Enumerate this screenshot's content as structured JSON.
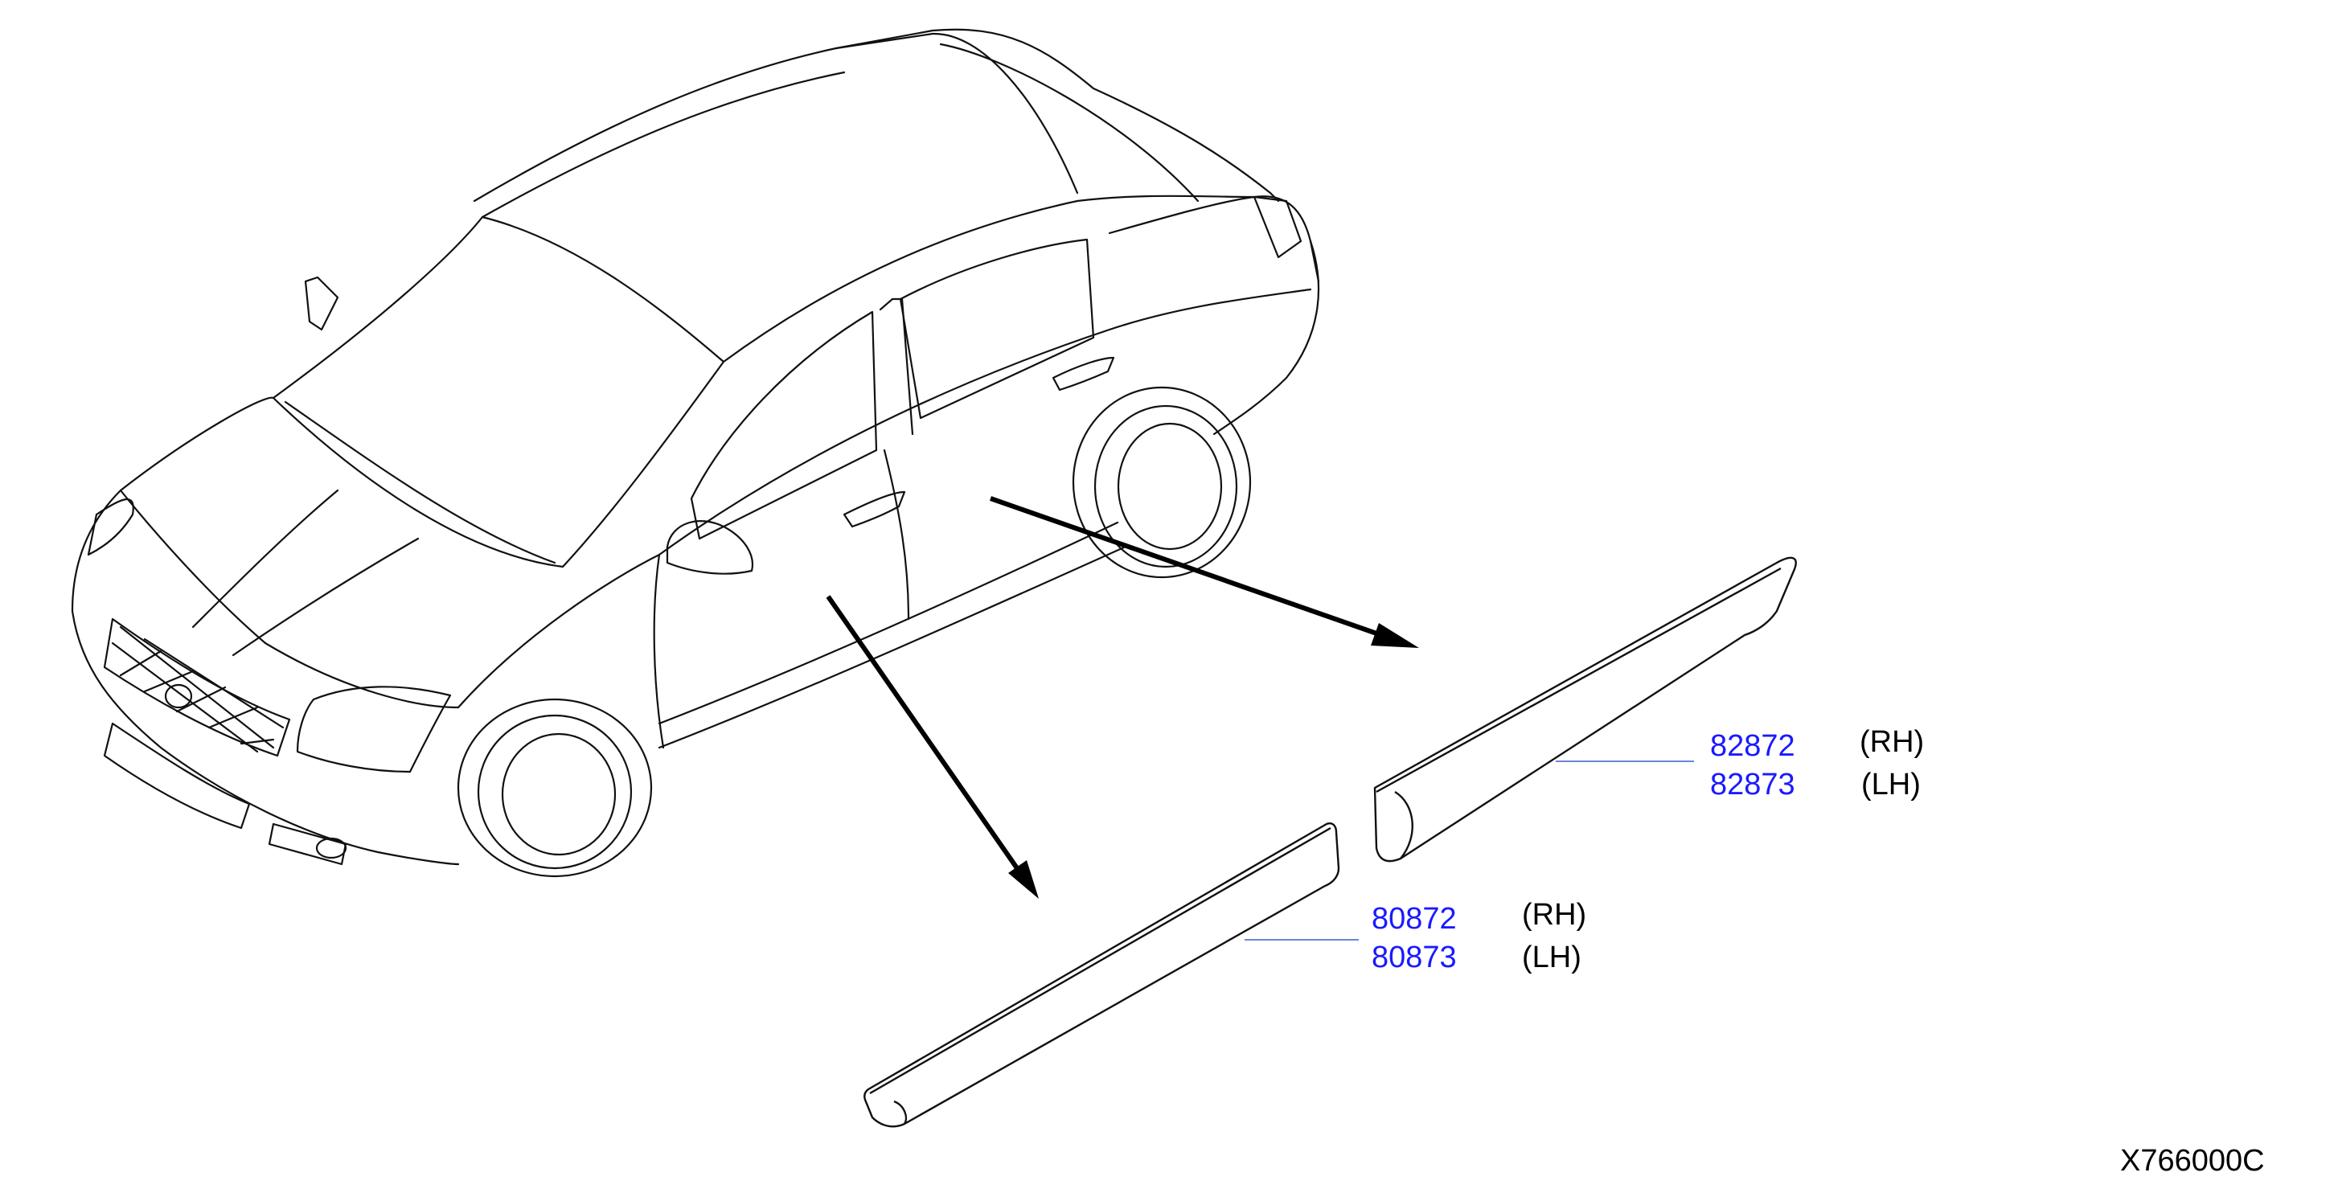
{
  "parts": [
    {
      "group": "rear-door-molding",
      "numbers": [
        {
          "part_no": "82872",
          "side": "(RH)"
        },
        {
          "part_no": "82873",
          "side": "(LH)"
        }
      ]
    },
    {
      "group": "front-door-molding",
      "numbers": [
        {
          "part_no": "80872",
          "side": "(RH)"
        },
        {
          "part_no": "80873",
          "side": "(LH)"
        }
      ]
    }
  ],
  "illustration_code": "X766000C",
  "colors": {
    "part_link": "#1a1aff",
    "leader_line": "#3a5fcd",
    "line_art": "#111111"
  }
}
